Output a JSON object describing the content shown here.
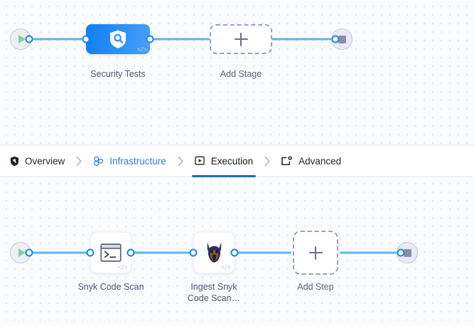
{
  "stage_graph": {
    "start_node": {
      "icon": "play-icon",
      "name": "pipeline-start"
    },
    "stage": {
      "label": "Security Tests",
      "icon": "shield-search-icon",
      "badge": "</>"
    },
    "add_stage": {
      "label": "Add Stage",
      "icon": "plus-icon"
    },
    "end_node": {
      "icon": "stop-icon",
      "name": "pipeline-end"
    }
  },
  "tabs": {
    "items": [
      {
        "label": "Overview",
        "icon": "shield-icon",
        "state": "default"
      },
      {
        "label": "Infrastructure",
        "icon": "cluster-icon",
        "state": "link"
      },
      {
        "label": "Execution",
        "icon": "play-box-icon",
        "state": "active"
      },
      {
        "label": "Advanced",
        "icon": "box-gear-icon",
        "state": "default"
      }
    ],
    "separator": "chevron-right-icon"
  },
  "step_graph": {
    "start_node": {
      "icon": "play-icon",
      "name": "execution-start"
    },
    "steps": [
      {
        "label": "Snyk Code Scan",
        "icon": "terminal-icon",
        "badge": "</>"
      },
      {
        "label": "Ingest Snyk\nCode Scan…",
        "icon": "snyk-dog-icon",
        "badge": "</>"
      }
    ],
    "add_step": {
      "label": "Add Step",
      "icon": "plus-icon"
    },
    "end_node": {
      "icon": "stop-icon",
      "name": "execution-end"
    }
  },
  "colors": {
    "accent_blue": "#0c8bf5",
    "edge_blue": "#5bb8ec",
    "stage_blue": "#2f91f6",
    "link_blue": "#2b7ddc",
    "active_underline": "#1f68c4",
    "canvas_bg": "#fafbfd",
    "grid_dot": "#dfe3ec",
    "play_green": "#7ed39a",
    "stop_gray": "#8a8da5",
    "label_text": "#4f5875"
  }
}
